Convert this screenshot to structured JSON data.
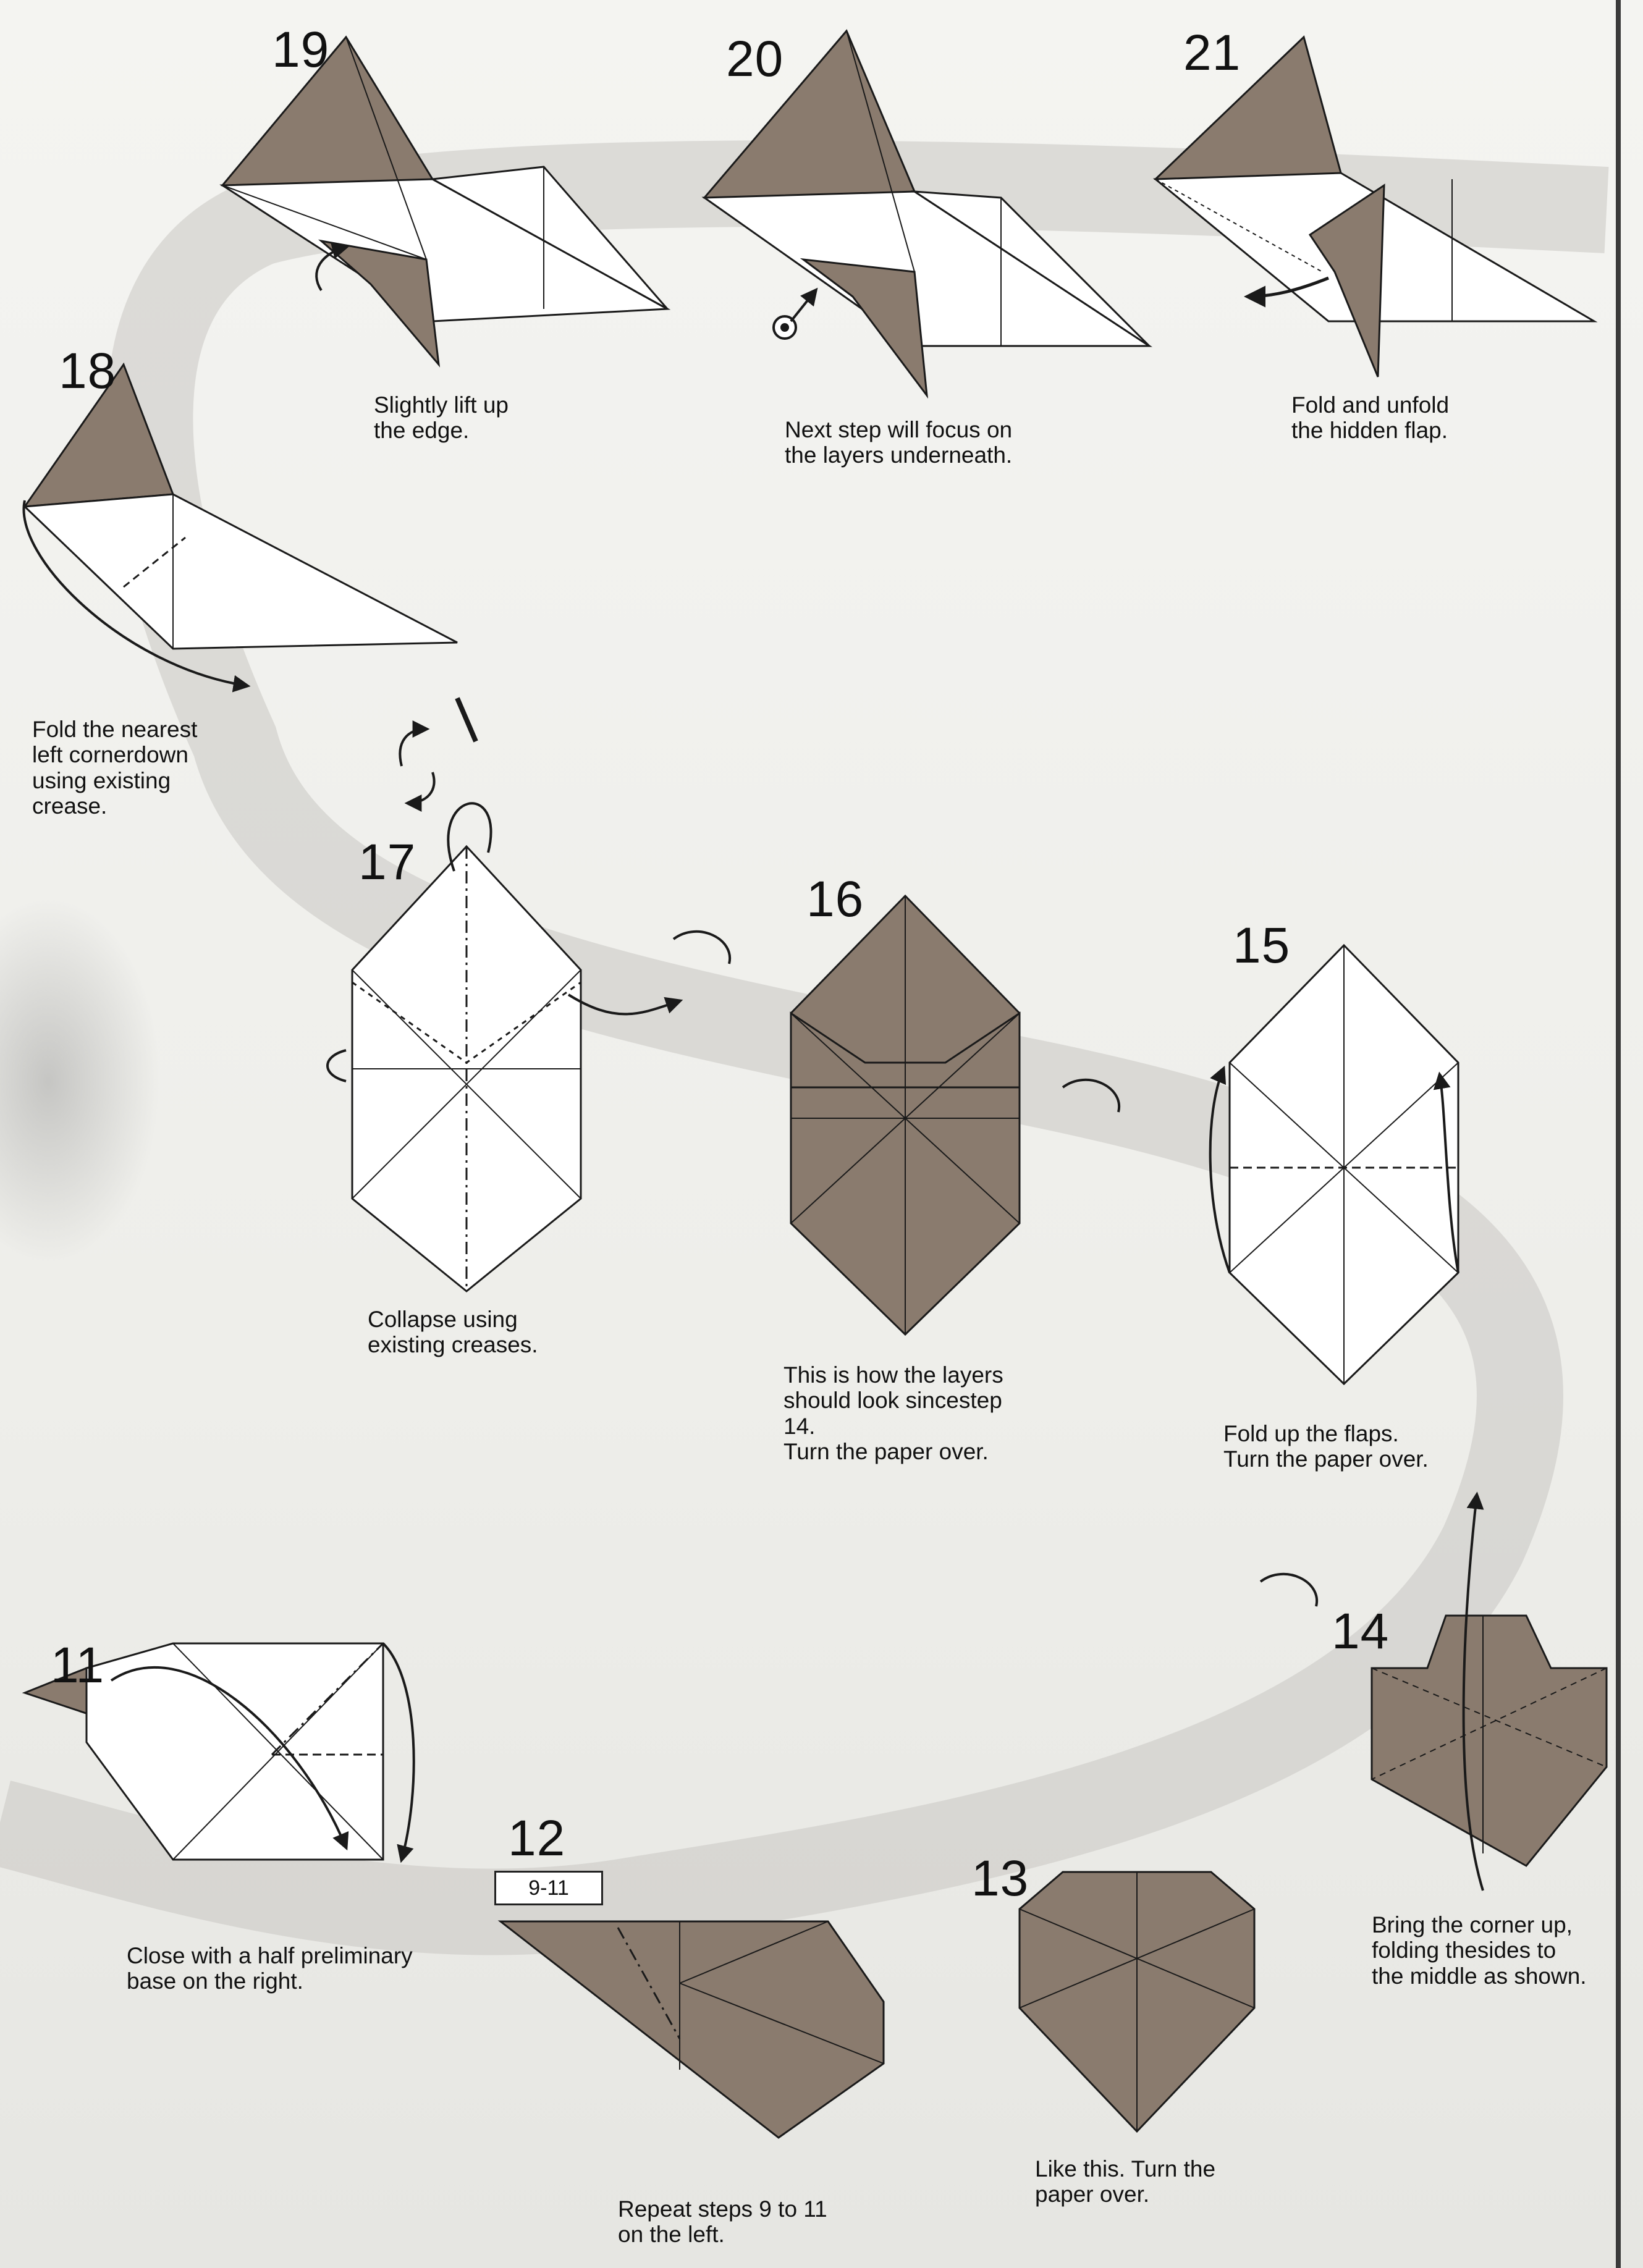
{
  "steps": [
    {
      "num": "19",
      "caption": "Slightly lift up\nthe edge."
    },
    {
      "num": "20",
      "caption": "Next step will focus on\nthe layers underneath."
    },
    {
      "num": "21",
      "caption": "Fold and unfold\nthe hidden flap."
    },
    {
      "num": "18",
      "caption": "Fold the nearest\nleft cornerdown\nusing existing\ncrease."
    },
    {
      "num": "17",
      "caption": "Collapse using\nexisting creases."
    },
    {
      "num": "16",
      "caption": "This is how the layers\nshould look sincestep\n14.\nTurn the paper over."
    },
    {
      "num": "15",
      "caption": "Fold up the flaps.\nTurn the paper over."
    },
    {
      "num": "14",
      "caption": "Bring the corner up,\nfolding thesides to\nthe middle as shown."
    },
    {
      "num": "11",
      "caption": "Close with a half preliminary\nbase on the right."
    },
    {
      "num": "12",
      "caption": "Repeat steps 9 to 11\non the left.",
      "ref": "9-11"
    },
    {
      "num": "13",
      "caption": "Like this. Turn the\npaper over."
    }
  ],
  "colors": {
    "paper_colored": "#8a7b6e",
    "paper_white": "#ffffff",
    "line": "#1a1a1a",
    "swoosh": "#c9c7c2"
  }
}
